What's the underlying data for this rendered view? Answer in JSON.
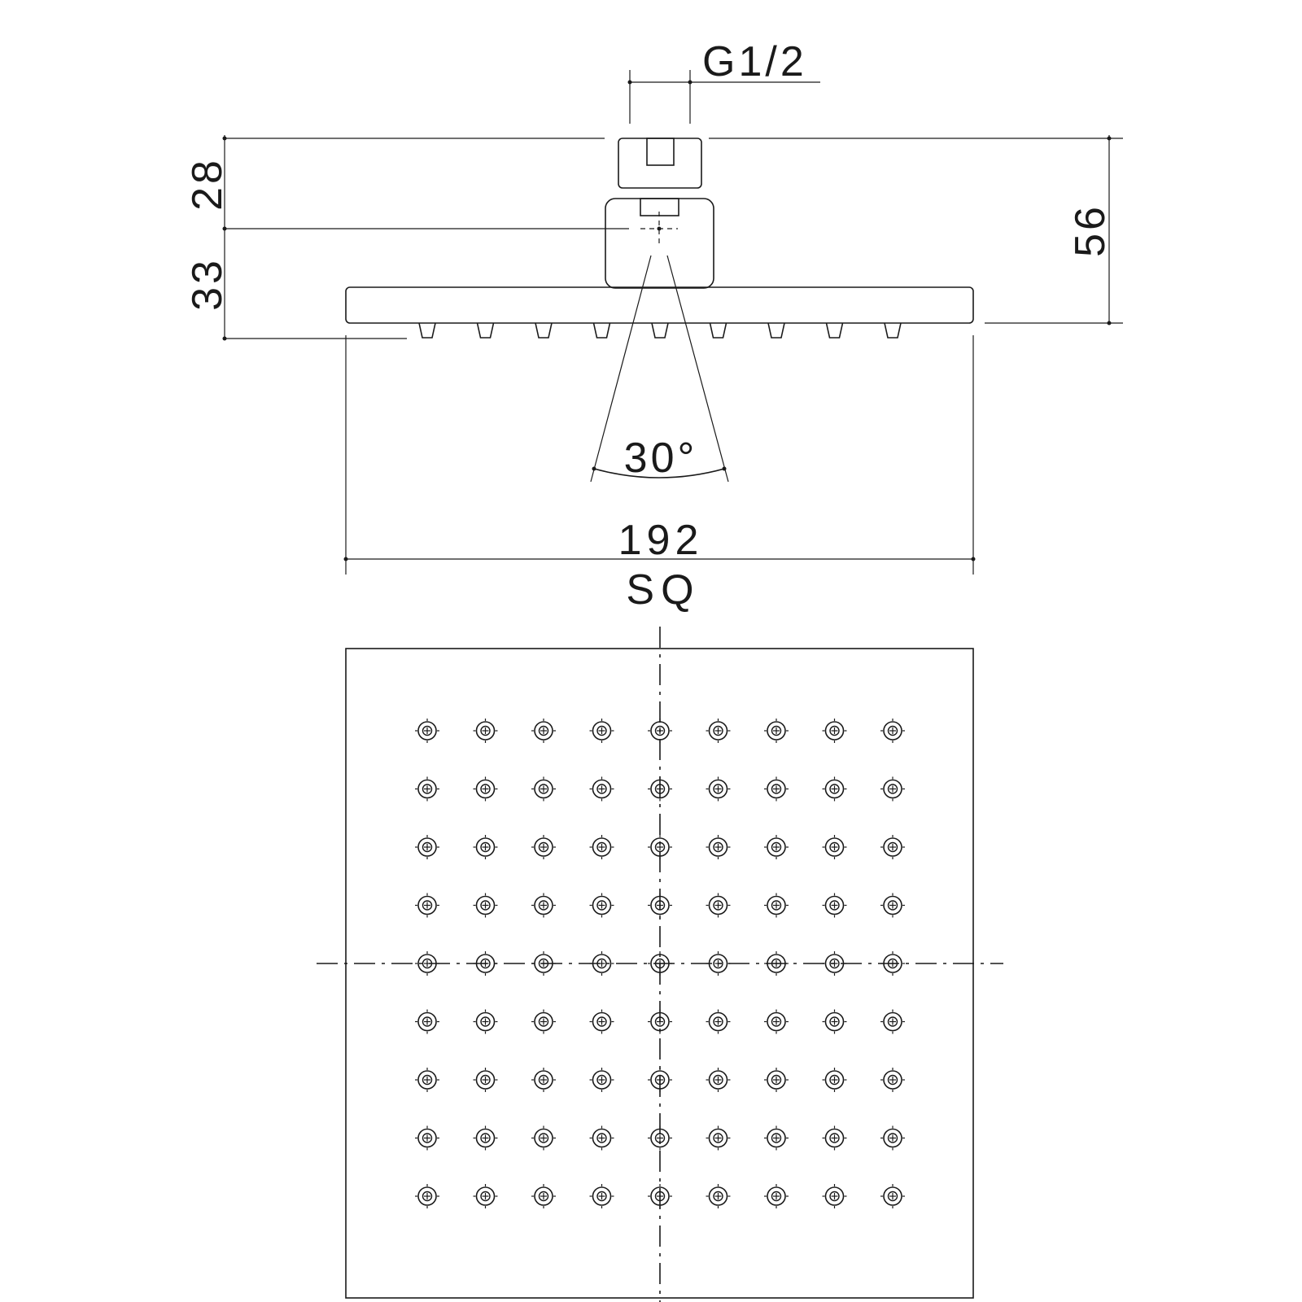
{
  "diagram": {
    "type": "technical-drawing",
    "subject": "square shower head"
  },
  "dimensions": {
    "thread_label": "G1/2",
    "height_upper": "28",
    "height_lower": "33",
    "height_total": "56",
    "spray_angle": "30°",
    "width": "192",
    "shape": "SQ"
  },
  "nozzles": {
    "side_view_count": 9,
    "plan_rows": 9,
    "plan_cols": 9
  },
  "colors": {
    "ink": "#1a1a1a",
    "paper": "#ffffff"
  }
}
